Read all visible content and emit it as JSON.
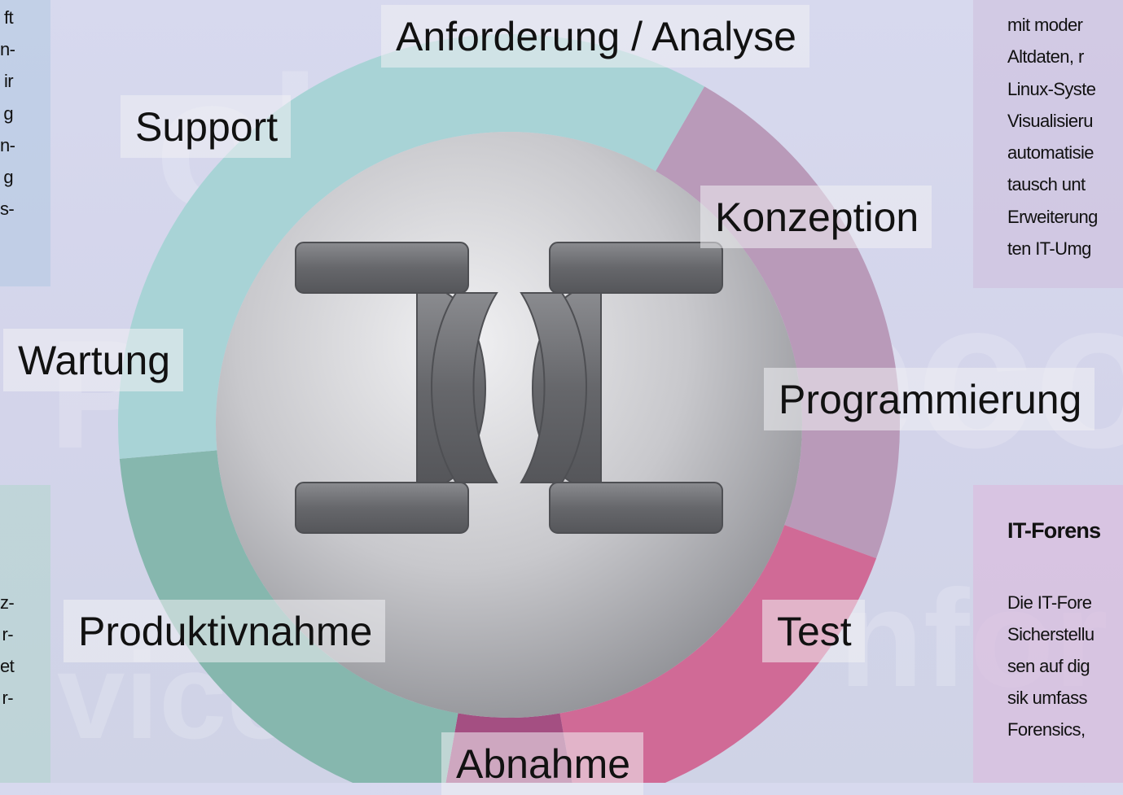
{
  "diagram": {
    "stages": {
      "anforderung": "Anforderung / Analyse",
      "konzeption": "Konzeption",
      "programmierung": "Programmierung",
      "test": "Test",
      "abnahme": "Abnahme",
      "produktivnahme": "Produktivnahme",
      "wartung": "Wartung",
      "support": "Support"
    },
    "colors": {
      "teal_light": "#a8d3d6",
      "teal": "#86b7ae",
      "mauve": "#b99ab9",
      "pink": "#d06a96",
      "magenta_dark": "#a44f82",
      "sphere": "#c9c9cc",
      "logo": "#6e6f73"
    }
  },
  "left_top_fragments": [
    "ft",
    "n-",
    "ir",
    "g",
    "n-",
    "g",
    "s-"
  ],
  "left_bottom_fragments": [
    "z-",
    "r-",
    "et",
    "r-"
  ],
  "right_top_fragments": [
    "mit  moder",
    "Altdaten,  r",
    "Linux-Syste",
    "Visualisieru",
    "automatisie",
    "tausch  unt",
    "Erweiterung",
    "ten IT-Umg"
  ],
  "right_bottom": {
    "title": "IT-Forens",
    "fragments": [
      "Die  IT-Fore",
      "Sicherstellu",
      "sen auf dig",
      "sik  umfass",
      "Forensics,"
    ]
  }
}
